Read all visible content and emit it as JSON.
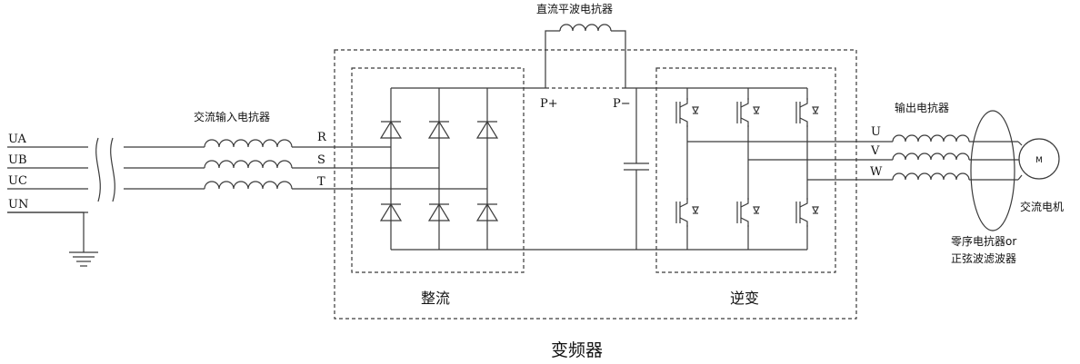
{
  "labels": {
    "dc_reactor": "直流平波电抗器",
    "input_reactor": "交流输入电抗器",
    "output_reactor": "输出电抗器",
    "motor": "交流电机",
    "motor_symbol": "M",
    "zero_seq_line1": "零序电抗器or",
    "zero_seq_line2": "正弦波滤波器",
    "rectifier": "整流",
    "inverter": "逆变",
    "vfd": "变频器",
    "p_plus": "P+",
    "p_minus": "P−"
  },
  "supply_lines": [
    "UA",
    "UB",
    "UC",
    "UN"
  ],
  "input_terminals": [
    "R",
    "S",
    "T"
  ],
  "output_terminals": [
    "U",
    "V",
    "W"
  ],
  "colors": {
    "line": "#3a3a3a",
    "text": "#111111",
    "background": "#ffffff"
  }
}
